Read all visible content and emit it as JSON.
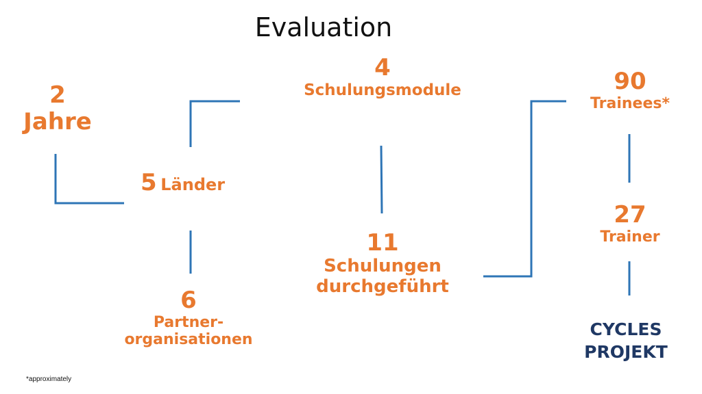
{
  "title": "Evaluation",
  "nodes": {
    "jahre": {
      "num": "2",
      "label": "Jahre"
    },
    "laender": {
      "num": "5",
      "label": "Länder"
    },
    "partner": {
      "num": "6",
      "label1": "Partner-",
      "label2": "organisationen"
    },
    "module": {
      "num": "4",
      "label": "Schulungsmodule"
    },
    "schulungen": {
      "num": "11",
      "label1": "Schulungen",
      "label2": "durchgeführt"
    },
    "trainees": {
      "num": "90",
      "label": "Trainees*"
    },
    "trainer": {
      "num": "27",
      "label": "Trainer"
    },
    "cycles": {
      "label1": "CYCLES",
      "label2": "PROJEKT"
    }
  },
  "footnote": "*approximately",
  "colors": {
    "accent": "#e8792f",
    "line": "#2e75b6",
    "navy": "#1f3864"
  }
}
